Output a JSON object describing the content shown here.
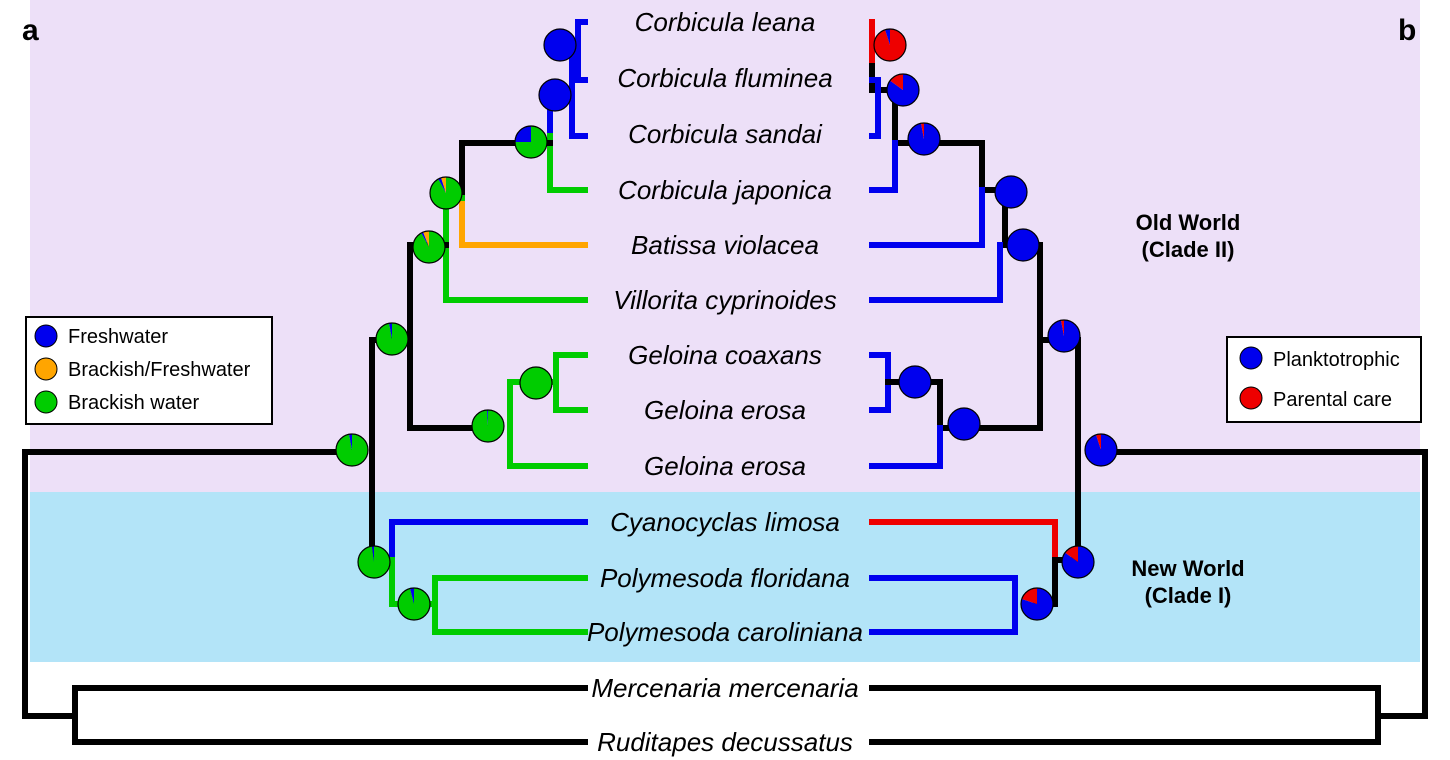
{
  "panel_labels": {
    "left": "a",
    "right": "b"
  },
  "taxa": [
    "Corbicula leana",
    "Corbicula fluminea",
    "Corbicula sandai",
    "Corbicula japonica",
    "Batissa violacea",
    "Villorita cyprinoides",
    "Geloina coaxans",
    "Geloina erosa",
    "Geloina erosa",
    "Cyanocyclas limosa",
    "Polymesoda floridana",
    "Polymesoda caroliniana",
    "Mercenaria mercenaria",
    "Ruditapes decussatus"
  ],
  "clades": {
    "old_world": {
      "line1": "Old World",
      "line2": "(Clade II)"
    },
    "new_world": {
      "line1": "New World",
      "line2": "(Clade I)"
    }
  },
  "legend_habitat": [
    {
      "label": "Freshwater",
      "color": "#0000ee"
    },
    {
      "label": "Brackish/Freshwater",
      "color": "#ffa500"
    },
    {
      "label": "Brackish water",
      "color": "#00cc00"
    }
  ],
  "legend_larva": [
    {
      "label": "Planktotrophic",
      "color": "#0000ee"
    },
    {
      "label": "Parental care",
      "color": "#ee0000"
    }
  ],
  "colors": {
    "freshwater": "#0000ee",
    "brackish_freshwater": "#ffa500",
    "brackish": "#00cc00",
    "parental_care": "#ee0000",
    "planktotrophic": "#0000ee",
    "branch_default": "#000000",
    "old_world_bg": "#ede0f8",
    "new_world_bg": "#b3e4f8"
  },
  "ancestral_states_habitat": [
    {
      "node": "corbicula-leana-fluminea",
      "freshwater": 1.0,
      "brackish_freshwater": 0,
      "brackish": 0
    },
    {
      "node": "corbicula-fw-clade",
      "freshwater": 1.0,
      "brackish_freshwater": 0,
      "brackish": 0
    },
    {
      "node": "corbicula",
      "freshwater": 0.25,
      "brackish_freshwater": 0,
      "brackish": 0.75
    },
    {
      "node": "corbicula-batissa",
      "freshwater": 0.03,
      "brackish_freshwater": 0.05,
      "brackish": 0.92
    },
    {
      "node": "corbicula-batissa-villorita",
      "freshwater": 0.02,
      "brackish_freshwater": 0.06,
      "brackish": 0.92
    },
    {
      "node": "old-world",
      "freshwater": 0.03,
      "brackish_freshwater": 0,
      "brackish": 0.97
    },
    {
      "node": "geloina",
      "freshwater": 0,
      "brackish_freshwater": 0,
      "brackish": 1.0
    },
    {
      "node": "geloina-all",
      "freshwater": 0.01,
      "brackish_freshwater": 0,
      "brackish": 0.99
    },
    {
      "node": "root-cyrenidae",
      "freshwater": 0.03,
      "brackish_freshwater": 0,
      "brackish": 0.97
    },
    {
      "node": "new-world",
      "freshwater": 0.02,
      "brackish_freshwater": 0,
      "brackish": 0.98
    },
    {
      "node": "polymesoda",
      "freshwater": 0.04,
      "brackish_freshwater": 0,
      "brackish": 0.96
    }
  ],
  "ancestral_states_larva": [
    {
      "node": "corbicula-leana-fluminea",
      "planktotrophic": 0.05,
      "parental_care": 0.95
    },
    {
      "node": "corbicula-fw-clade",
      "planktotrophic": 0.85,
      "parental_care": 0.15
    },
    {
      "node": "corbicula",
      "planktotrophic": 0.97,
      "parental_care": 0.03
    },
    {
      "node": "corbicula-batissa",
      "planktotrophic": 1.0,
      "parental_care": 0
    },
    {
      "node": "corbicula-batissa-villorita",
      "planktotrophic": 1.0,
      "parental_care": 0
    },
    {
      "node": "geloina",
      "planktotrophic": 1.0,
      "parental_care": 0
    },
    {
      "node": "geloina-all",
      "planktotrophic": 1.0,
      "parental_care": 0
    },
    {
      "node": "old-world",
      "planktotrophic": 0.97,
      "parental_care": 0.03
    },
    {
      "node": "root-cyrenidae",
      "planktotrophic": 0.95,
      "parental_care": 0.05
    },
    {
      "node": "new-world",
      "planktotrophic": 0.85,
      "parental_care": 0.15
    },
    {
      "node": "polymesoda",
      "planktotrophic": 0.8,
      "parental_care": 0.2
    }
  ]
}
